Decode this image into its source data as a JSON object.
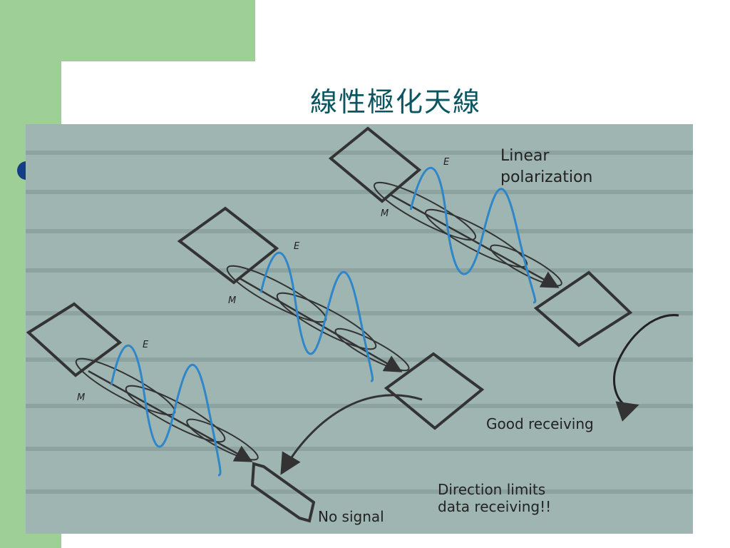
{
  "slide": {
    "title": "線性極化天線"
  },
  "figure": {
    "labels": {
      "linear_polarization_line1": "Linear",
      "linear_polarization_line2": "polarization",
      "good_receiving": "Good receiving",
      "no_signal": "No signal",
      "direction_limits_line1": "Direction limits",
      "direction_limits_line2": "data receiving!!",
      "electric_field": "E",
      "magnetic_field": "M"
    },
    "colors": {
      "wave_e": "#2f86c8",
      "wave_m": "#333333",
      "background": "#9fb5b2"
    }
  }
}
